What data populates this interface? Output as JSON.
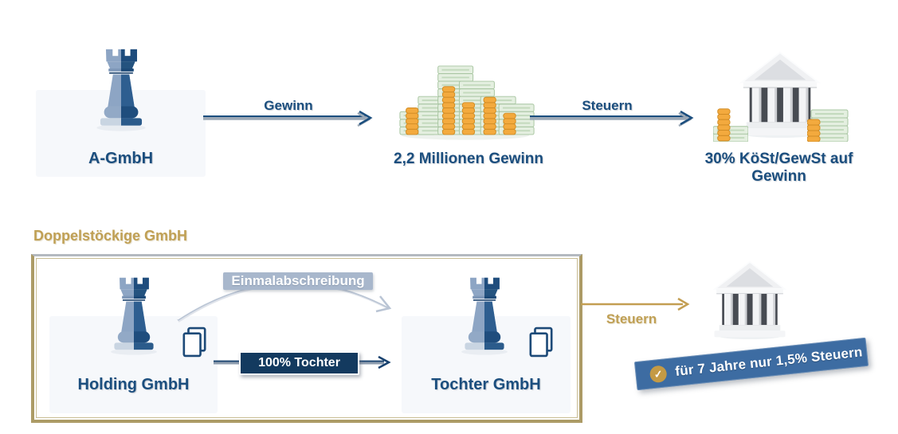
{
  "colors": {
    "navy_text": "#1b4e7e",
    "gold": "#b99a55",
    "ribbon_blue": "#3d6ca2",
    "writeoff_label_bg": "#a8b7cc",
    "ownership_pill_bg": "#133a5f",
    "coin_orange": "#f3aa3e",
    "bill_green": "#e4efe0"
  },
  "top_row": {
    "company_label": "A-GmbH",
    "profit_arrow_label": "Gewinn",
    "money_label": "2,2 Millionen Gewinn",
    "tax_arrow_label": "Steuern",
    "bank_label": "30% KöSt/GewSt auf Gewinn"
  },
  "holding_structure": {
    "group_title": "Doppelstöckige GmbH",
    "holding_label": "Holding GmbH",
    "writeoff_arrow_label": "Einmalabschreibung",
    "ownership_arrow_label": "100% Tochter",
    "subsidiary_label": "Tochter GmbH",
    "tax_arrow_label": "Steuern",
    "ribbon_text": "für 7 Jahre nur 1,5% Steuern",
    "ribbon_check": "✓"
  }
}
